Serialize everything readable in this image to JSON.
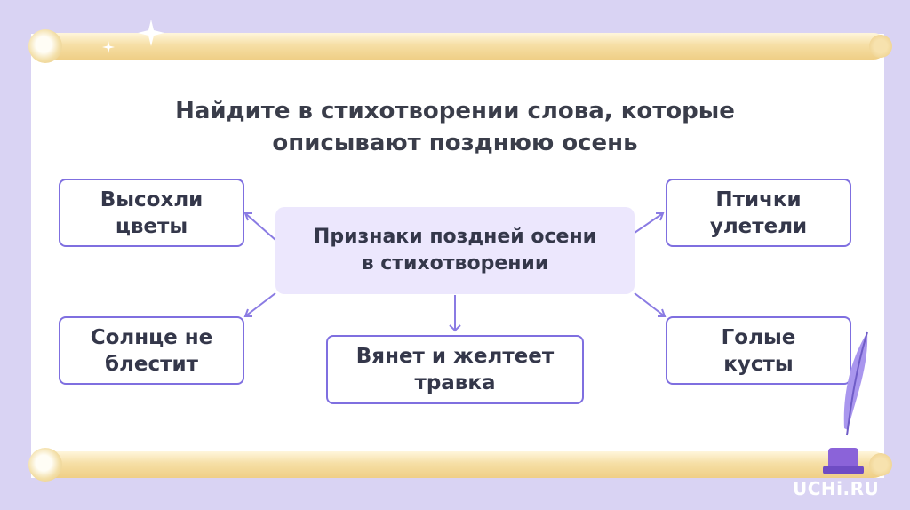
{
  "slide": {
    "title_line1": "Найдите в стихотворении слова, которые",
    "title_line2": "описывают позднюю осень",
    "center": {
      "line1": "Признаки поздней осени",
      "line2": "в стихотворении"
    },
    "nodes": {
      "top_left": {
        "line1": "Высохли",
        "line2": "цветы"
      },
      "bottom_left": {
        "line1": "Солнце не",
        "line2": "блестит"
      },
      "bottom_center": {
        "line1": "Вянет и желтеет",
        "line2": "травка"
      },
      "top_right": {
        "line1": "Птички",
        "line2": "улетели"
      },
      "bottom_right": {
        "line1": "Голые",
        "line2": "кусты"
      }
    },
    "logo": "UCHi.RU"
  },
  "colors": {
    "background": "#d9d3f3",
    "border": "#7f6fe0",
    "center_fill": "#ece7fd",
    "text": "#34374a"
  }
}
